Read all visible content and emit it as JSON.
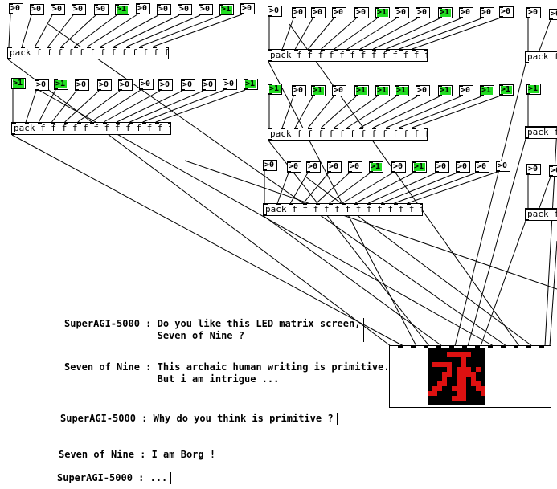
{
  "toggle_labels": {
    "off": ">0",
    "on": ">1"
  },
  "pack_label": "pack f f f f f f f f f f f f f",
  "pack_label_short": "pack f",
  "rows": [
    {
      "states": [
        0,
        0,
        0,
        0,
        0,
        1,
        0,
        0,
        0,
        0,
        1,
        0
      ]
    },
    {
      "states": [
        1,
        0,
        1,
        0,
        0,
        0,
        0,
        0,
        0,
        0,
        0,
        1
      ]
    },
    {
      "states": [
        0,
        0,
        0,
        0,
        0,
        1,
        0,
        0,
        1,
        0,
        0
      ]
    },
    {
      "states": [
        1,
        0,
        1,
        0,
        1,
        1,
        1,
        0,
        1,
        0,
        1,
        1
      ]
    },
    {
      "states": [
        0,
        0,
        0,
        0,
        0,
        1,
        0,
        1,
        0,
        0,
        0
      ]
    }
  ],
  "dialogue": [
    {
      "line1": "SuperAGI-5000 : Do you like this LED matrix screen,",
      "line2": "                Seven of Nine ?"
    },
    {
      "line1": "Seven of Nine : This archaic human writing is primitive.",
      "line2": "                But i am intrigue ..."
    },
    {
      "line1": "SuperAGI-5000 : Why do you think is primitive ?",
      "line2": ""
    },
    {
      "line1": "Seven of Nine : I am Borg !",
      "line2": ""
    },
    {
      "line1": "SuperAGI-5000 : ...",
      "line2": ""
    }
  ],
  "led": {
    "on_color": "#dd1111",
    "off_color": "#000000",
    "grid": [
      "000000000000",
      "000011111000",
      "000000010000",
      "011110010000",
      "000010111010",
      "000110111100",
      "000100110100",
      "001100110110",
      "011001110011",
      "110000110001",
      "000001110000",
      "000000000000"
    ]
  },
  "colors": {
    "toggle_on": "#22dd22",
    "wire": "#000000"
  }
}
